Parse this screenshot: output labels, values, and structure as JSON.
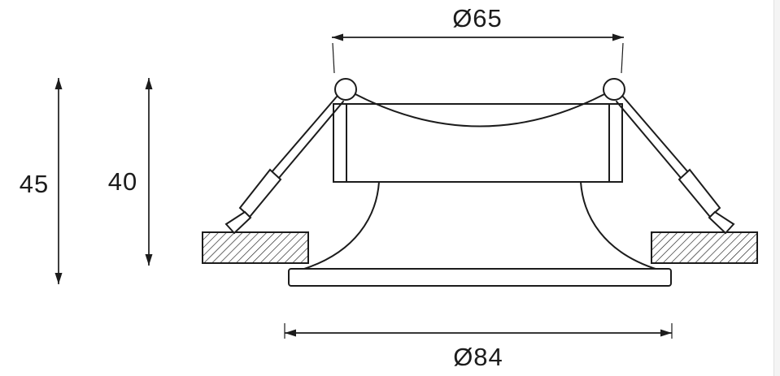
{
  "diagram": {
    "labels": {
      "top_diameter": "Ø65",
      "bottom_diameter": "Ø84",
      "overall_height": "45",
      "recess_height": "40"
    },
    "colors": {
      "line": "#1c1c1c",
      "background": "#ffffff"
    }
  }
}
